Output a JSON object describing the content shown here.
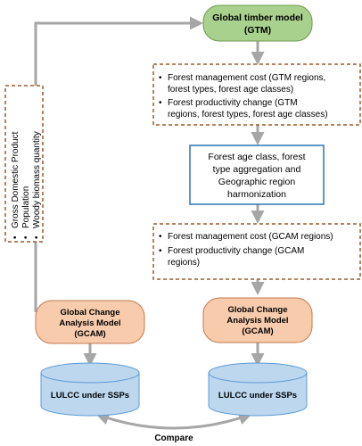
{
  "nodes": {
    "gtm": {
      "line1": "Global timber model",
      "line2": "(GTM)",
      "color": "#a9d18e",
      "border": "#6a9a4b"
    },
    "gtm_outputs": {
      "bullet1_line1": "Forest management cost (GTM regions,",
      "bullet1_line2": "forest types, forest age classes)",
      "bullet2_line1": "Forest productivity change (GTM",
      "bullet2_line2": "regions,  forest types, forest age classes)",
      "border": "#9c5b2c"
    },
    "harmonization": {
      "line1": "Forest age class, forest",
      "line2": "type aggregation and",
      "line3": "Geographic region",
      "line4": "harmonization",
      "border": "#2e75b6"
    },
    "gcam_outputs": {
      "bullet1_line1": "Forest management cost (GCAM regions)",
      "bullet2_line1": "Forest productivity change (GCAM",
      "bullet2_line2": "regions)",
      "border": "#9c5b2c"
    },
    "left_inputs": {
      "item1": "Gross Domestic Product",
      "item2": "Population",
      "item3": "Woody biomass quantity",
      "border": "#9c5b2c"
    },
    "gcam_left": {
      "line1": "Global Change",
      "line2": "Analysis Model",
      "line3": "(GCAM)",
      "color": "#f8cbad",
      "border": "#c07a4c"
    },
    "gcam_right": {
      "line1": "Global Change",
      "line2": "Analysis Model",
      "line3": "(GCAM)",
      "color": "#f8cbad",
      "border": "#c07a4c"
    },
    "lulcc_left": {
      "label": "LULCC under SSPs",
      "color": "#bdd7ee",
      "border": "#5b9bd5"
    },
    "lulcc_right": {
      "label": "LULCC under SSPs",
      "color": "#bdd7ee",
      "border": "#5b9bd5"
    }
  },
  "compare_label": "Compare",
  "arrow_color": "#a6a6a6",
  "bullet_glyph": "•"
}
